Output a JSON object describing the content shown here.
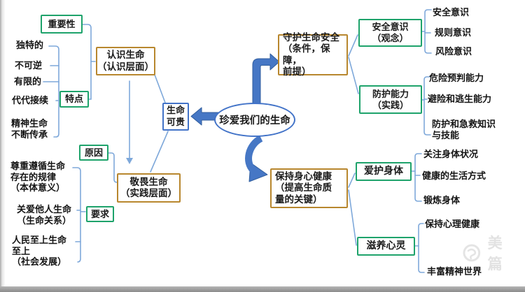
{
  "colors": {
    "branch_green": "#1ea36b",
    "branch_orange": "#b8872e",
    "accent_blue": "#4273c8",
    "connector_blue": "#7ea8da",
    "arrow_blue": "#4677c5"
  },
  "center": {
    "label": "珍爱我们的生命"
  },
  "core": {
    "label": "生命\n可贵"
  },
  "recognize": {
    "branch_label": "认识生命\n（认识层面）",
    "importance_tag": "重要性",
    "feature_tag": "特点",
    "features": [
      "独特的",
      "不可逆",
      "有限的",
      "代代接续",
      "精神生命\n不断传承"
    ]
  },
  "revere": {
    "branch_label": "敬畏生命\n（实践层面）",
    "reason_tag": "原因",
    "requirement_tag": "要求",
    "requirements": [
      "尊重遵循生命\n存在的规律\n（本体意义）",
      "关爱他人生命\n（生命关系）",
      "人民至上生命\n至上\n（社会发展）"
    ]
  },
  "safeguard": {
    "branch_label": "守护生命安全\n（条件，保障，\n前提）",
    "awareness": {
      "label": "安全意识\n（观念）",
      "items": [
        "安全意识",
        "规则意识",
        "风险意识"
      ]
    },
    "protection": {
      "label": "防护能力\n（实践）",
      "items": [
        "危险预判能力",
        "避险和逃生能力",
        "防护和急救知识\n与技能"
      ]
    }
  },
  "health": {
    "branch_label": "保持身心健康\n（提高生命质\n量的关键）",
    "body": {
      "label": "爱护身体",
      "items": [
        "关注身体状况",
        "健康的生活方式",
        "锻炼身体"
      ]
    },
    "mind": {
      "label": "滋养心灵",
      "items": [
        "保持心理健康",
        "丰富精神世界"
      ]
    }
  },
  "watermark": {
    "brand": "美篇"
  }
}
